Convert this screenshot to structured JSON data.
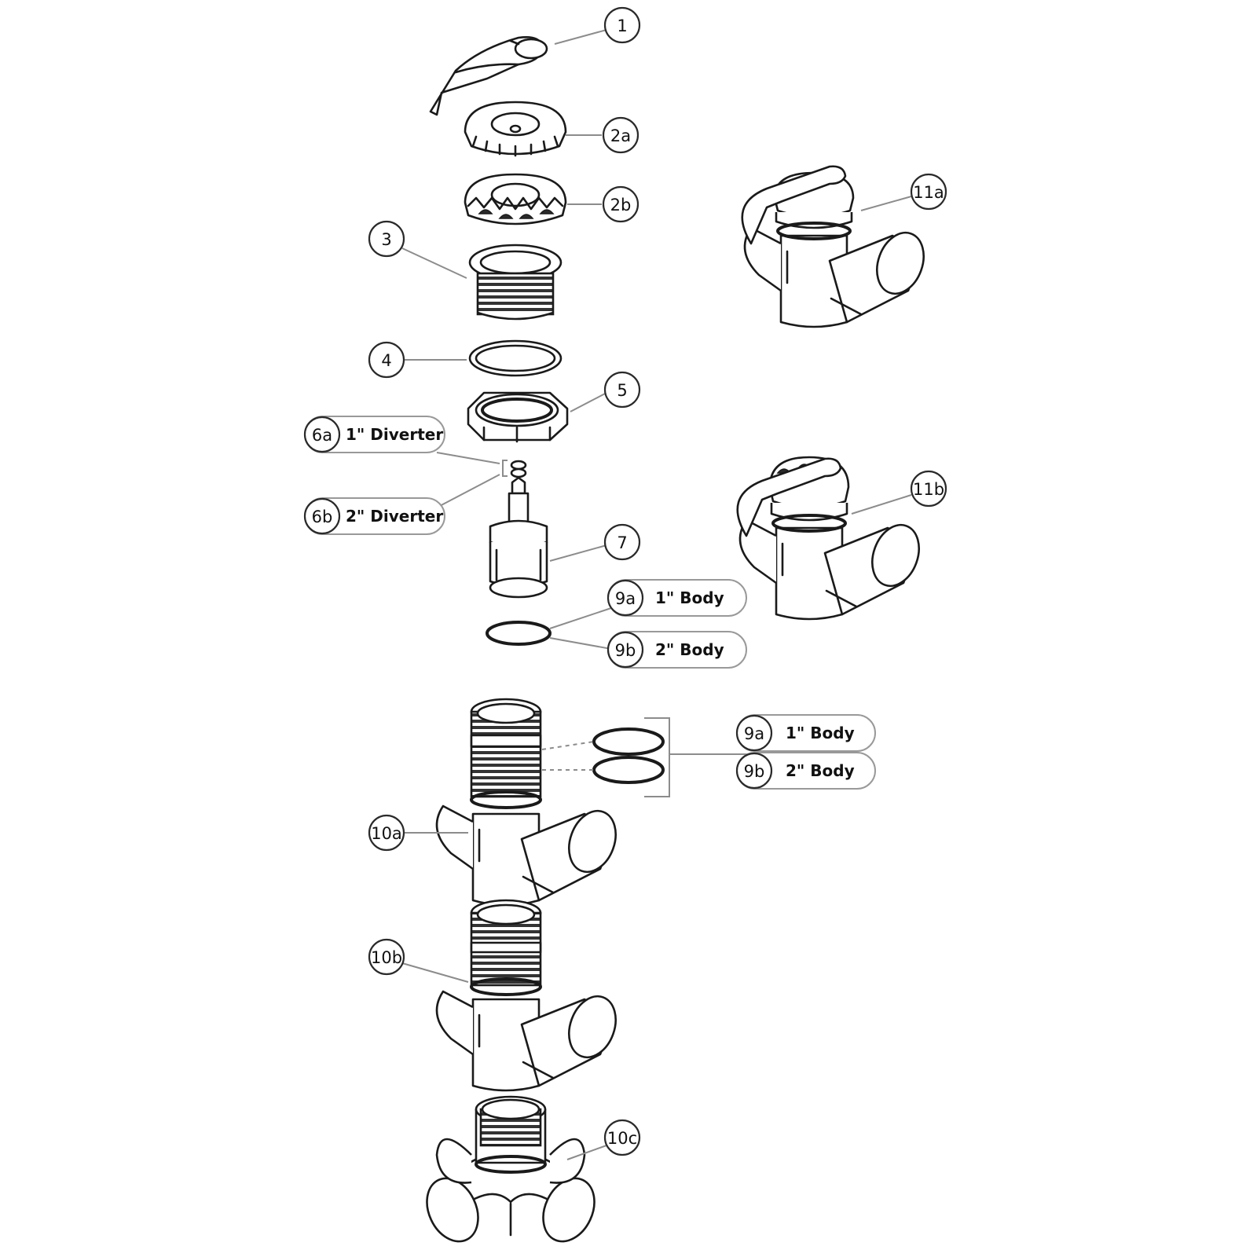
{
  "callouts": {
    "c1": "1",
    "c2a": "2a",
    "c2b": "2b",
    "c3": "3",
    "c4": "4",
    "c5": "5",
    "c7": "7",
    "c10a": "10a",
    "c10b": "10b",
    "c10c": "10c",
    "c11a": "11a",
    "c11b": "11b"
  },
  "labels": {
    "l6a": {
      "id": "6a",
      "text": "1\" Diverter"
    },
    "l6b": {
      "id": "6b",
      "text": "2\" Diverter"
    },
    "l9a_top": {
      "id": "9a",
      "text": "1\" Body"
    },
    "l9b_top": {
      "id": "9b",
      "text": "2\" Body"
    },
    "l9a_side": {
      "id": "9a",
      "text": "1\" Body"
    },
    "l9b_side": {
      "id": "9b",
      "text": "2\" Body"
    }
  }
}
